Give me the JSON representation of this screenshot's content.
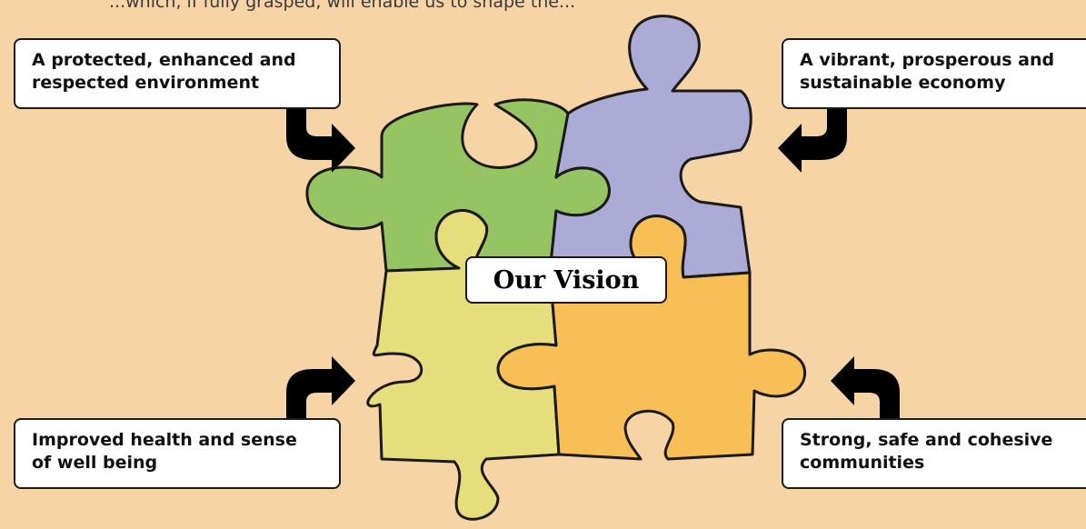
{
  "header": {
    "fragment_text": "...which, if fully grasped, will enable us to shape the..."
  },
  "center": {
    "label": "Our Vision"
  },
  "callouts": {
    "top_left": {
      "line1": "A protected, enhanced and",
      "line2": "respected environment"
    },
    "top_right": {
      "line1": "A vibrant, prosperous and",
      "line2": "sustainable economy"
    },
    "bottom_left": {
      "line1": "Improved health and sense",
      "line2": "of well being"
    },
    "bottom_right": {
      "line1": "Strong, safe and cohesive",
      "line2": "communities"
    }
  },
  "colors": {
    "background": "#f7d4a6",
    "piece_green": "#96c462",
    "piece_purple": "#acabd6",
    "piece_yellow": "#e6de7c",
    "piece_orange": "#f7bf56",
    "outline": "#1a1a1a"
  }
}
